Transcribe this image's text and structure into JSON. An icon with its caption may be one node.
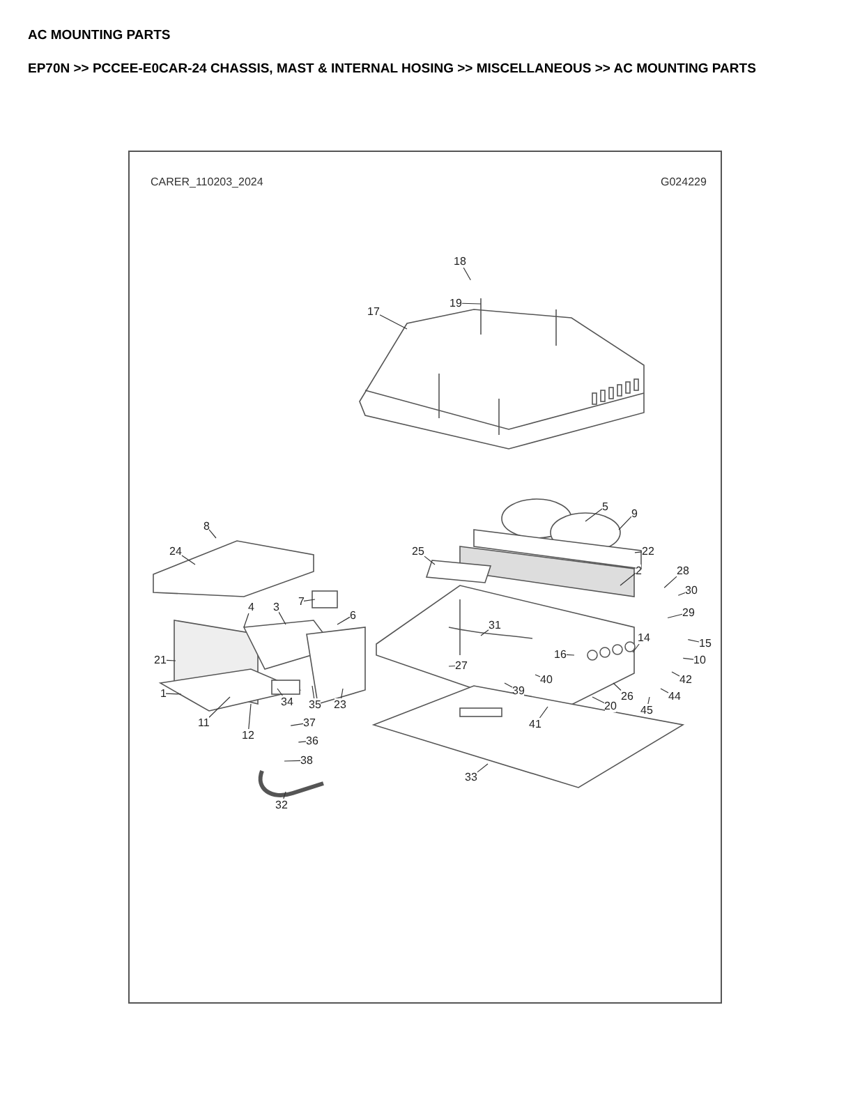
{
  "diagram": {
    "title": "AC MOUNTING PARTS",
    "nodes": [
      {
        "text": [
          "18"
        ]
      },
      {
        "text": [
          "19"
        ]
      },
      {
        "text": [
          "17"
        ]
      },
      {
        "text": [
          "5"
        ]
      },
      {
        "text": [
          "9"
        ]
      },
      {
        "text": [
          "8"
        ]
      },
      {
        "text": [
          "22"
        ]
      },
      {
        "text": [
          "24"
        ]
      },
      {
        "text": [
          "25"
        ]
      },
      {
        "text": [
          "2"
        ]
      },
      {
        "text": [
          "28"
        ]
      },
      {
        "text": [
          "30"
        ]
      },
      {
        "text": [
          "7"
        ]
      },
      {
        "text": [
          "3"
        ]
      },
      {
        "text": [
          "4"
        ]
      },
      {
        "text": [
          "6"
        ]
      },
      {
        "text": [
          "29"
        ]
      },
      {
        "text": [
          "31"
        ]
      },
      {
        "text": [
          "14"
        ]
      },
      {
        "text": [
          "15"
        ]
      },
      {
        "text": [
          "16"
        ]
      },
      {
        "text": [
          "10"
        ]
      },
      {
        "text": [
          "21"
        ]
      },
      {
        "text": [
          "27"
        ]
      },
      {
        "text": [
          "42"
        ]
      },
      {
        "text": [
          "40"
        ]
      },
      {
        "text": [
          "44"
        ]
      },
      {
        "text": [
          "1"
        ]
      },
      {
        "text": [
          "39"
        ]
      },
      {
        "text": [
          "26"
        ]
      },
      {
        "text": [
          "45"
        ]
      },
      {
        "text": [
          "34"
        ]
      },
      {
        "text": [
          "35"
        ]
      },
      {
        "text": [
          "23"
        ]
      },
      {
        "text": [
          "20"
        ]
      },
      {
        "text": [
          "41"
        ]
      },
      {
        "text": [
          "11"
        ]
      },
      {
        "text": [
          "37"
        ]
      },
      {
        "text": [
          "12"
        ]
      },
      {
        "text": [
          "36"
        ]
      },
      {
        "text": [
          "38"
        ]
      },
      {
        "text": [
          "33"
        ]
      },
      {
        "text": [
          "32"
        ]
      }
    ],
    "edges": [
      {
        "from": 0,
        "to": null,
        "arrow": "none"
      },
      {
        "from": 1,
        "to": null,
        "arrow": "none"
      },
      {
        "from": 2,
        "to": null,
        "arrow": "none"
      },
      {
        "from": 3,
        "to": null,
        "arrow": "none"
      },
      {
        "from": 4,
        "to": null,
        "arrow": "none"
      },
      {
        "from": 5,
        "to": null,
        "arrow": "none"
      },
      {
        "from": 6,
        "to": null,
        "arrow": "none"
      },
      {
        "from": 7,
        "to": null,
        "arrow": "none"
      },
      {
        "from": 8,
        "to": null,
        "arrow": "none"
      },
      {
        "from": 9,
        "to": null,
        "arrow": "none"
      },
      {
        "from": 10,
        "to": null,
        "arrow": "none"
      },
      {
        "from": 11,
        "to": null,
        "arrow": "none"
      },
      {
        "from": 12,
        "to": null,
        "arrow": "none"
      },
      {
        "from": 13,
        "to": null,
        "arrow": "none"
      },
      {
        "from": 14,
        "to": null,
        "arrow": "none"
      },
      {
        "from": 15,
        "to": null,
        "arrow": "none"
      },
      {
        "from": 16,
        "to": null,
        "arrow": "none"
      },
      {
        "from": 17,
        "to": null,
        "arrow": "none"
      },
      {
        "from": 18,
        "to": null,
        "arrow": "none"
      },
      {
        "from": 19,
        "to": null,
        "arrow": "none"
      },
      {
        "from": 20,
        "to": null,
        "arrow": "none"
      },
      {
        "from": 21,
        "to": null,
        "arrow": "none"
      },
      {
        "from": 22,
        "to": null,
        "arrow": "none"
      },
      {
        "from": 23,
        "to": null,
        "arrow": "none"
      },
      {
        "from": 24,
        "to": null,
        "arrow": "none"
      },
      {
        "from": 25,
        "to": null,
        "arrow": "none"
      },
      {
        "from": 26,
        "to": null,
        "arrow": "none"
      },
      {
        "from": 27,
        "to": null,
        "arrow": "none"
      },
      {
        "from": 28,
        "to": null,
        "arrow": "none"
      },
      {
        "from": 29,
        "to": null,
        "arrow": "none"
      },
      {
        "from": 30,
        "to": null,
        "arrow": "none"
      },
      {
        "from": 31,
        "to": null,
        "arrow": "none"
      },
      {
        "from": 32,
        "to": null,
        "arrow": "none"
      },
      {
        "from": 33,
        "to": null,
        "arrow": "none"
      },
      {
        "from": 34,
        "to": null,
        "arrow": "none"
      },
      {
        "from": 35,
        "to": null,
        "arrow": "none"
      },
      {
        "from": 36,
        "to": null,
        "arrow": "none"
      },
      {
        "from": 37,
        "to": null,
        "arrow": "none"
      },
      {
        "from": 38,
        "to": null,
        "arrow": "none"
      },
      {
        "from": 39,
        "to": null,
        "arrow": "none"
      },
      {
        "from": 40,
        "to": null,
        "arrow": "none"
      },
      {
        "from": 41,
        "to": null,
        "arrow": "none"
      },
      {
        "from": 42,
        "to": null,
        "arrow": "none"
      }
    ],
    "labels": [
      "EP70N >> PCCEE-E0CAR-24 CHASSIS, MAST & INTERNAL HOSING >> MISCELLANEOUS >> AC MOUNTING PARTS",
      "CARER_110203_2024",
      "G024229"
    ]
  }
}
